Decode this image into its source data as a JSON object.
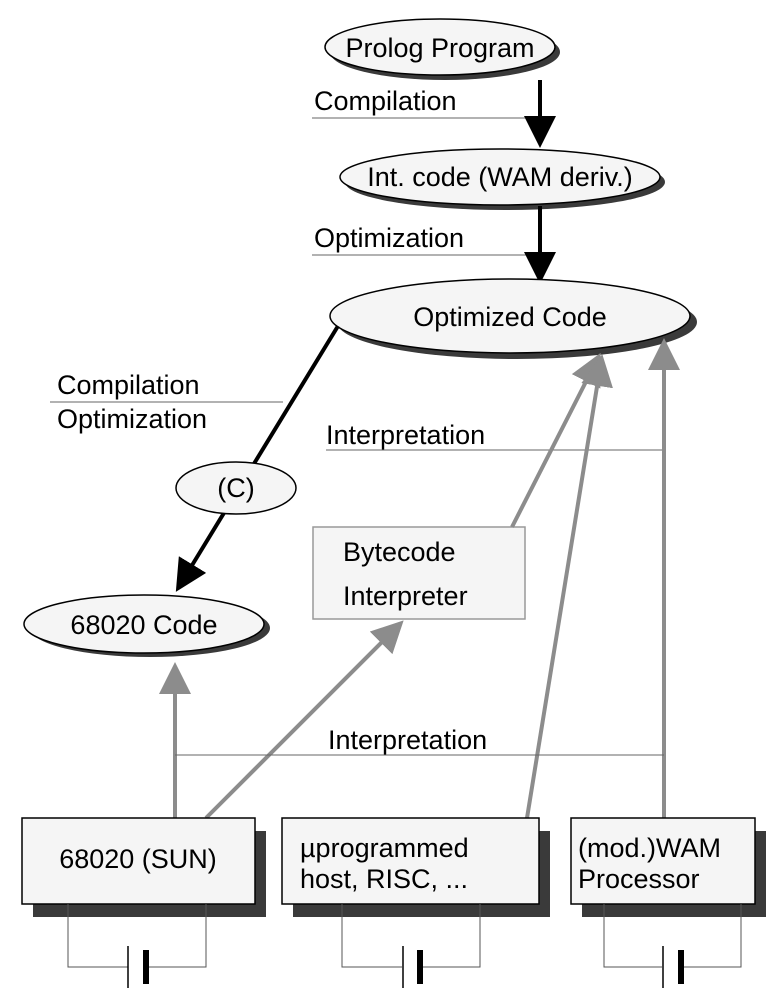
{
  "nodes": {
    "prolog_program": "Prolog Program",
    "int_code": "Int. code (WAM deriv.)",
    "optimized_code": "Optimized Code",
    "c_node": "(C)",
    "code_68020": "68020 Code",
    "bytecode_interpreter_line1": "Bytecode",
    "bytecode_interpreter_line2": "Interpreter",
    "host_68020": "68020 (SUN)",
    "host_uprog_line1": "µprogrammed",
    "host_uprog_line2": "host, RISC, ...",
    "host_wam_line1": "(mod.)WAM",
    "host_wam_line2": "Processor"
  },
  "edges": {
    "compilation": "Compilation",
    "optimization": "Optimization",
    "compilation_opt_line1": "Compilation",
    "compilation_opt_line2": "Optimization",
    "interpretation_upper": "Interpretation",
    "interpretation_lower": "Interpretation"
  },
  "colors": {
    "ellipse_fill": "#f5f5f5",
    "shadow": "#3a3a3a",
    "dark_arrow": "#000000",
    "gray_arrow": "#8c8c8c",
    "box_border": "#000000",
    "interpreter_border": "#999999",
    "label_line": "#666666"
  }
}
